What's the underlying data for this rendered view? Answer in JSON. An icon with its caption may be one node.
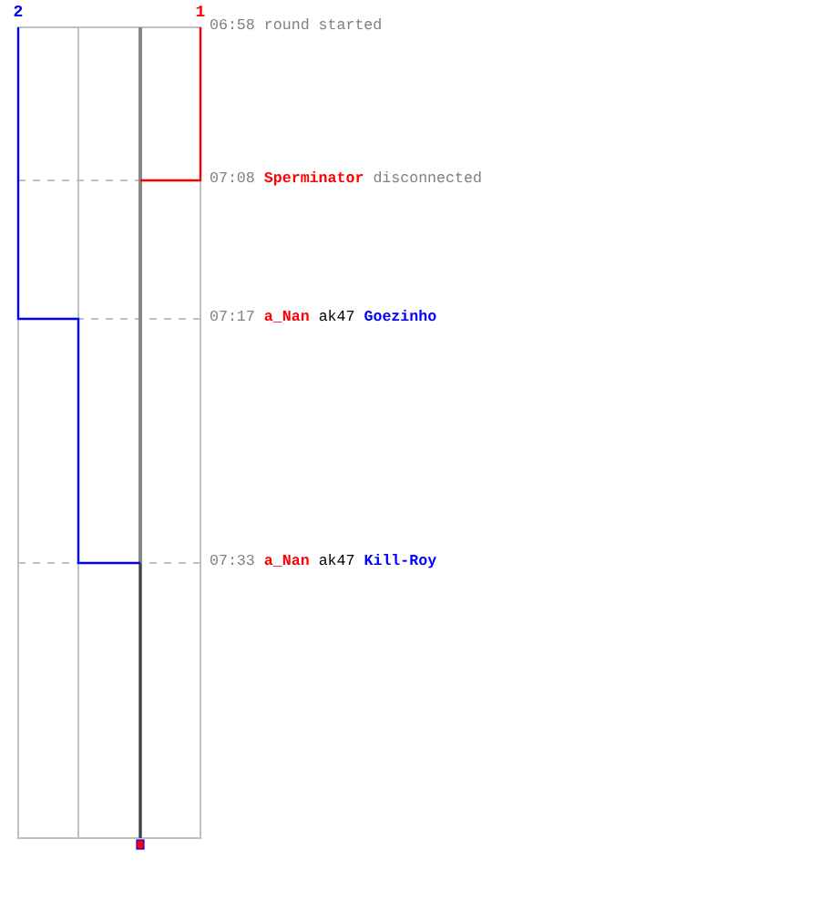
{
  "diagram": {
    "labels": [
      "2",
      "1",
      "06:58",
      "round started",
      "07:08",
      "Sperminator",
      "disconnected",
      "07:17",
      "a_Nan",
      "ak47",
      "Goezinho",
      "07:33",
      "a_Nan",
      "ak47",
      "Kill-Roy"
    ]
  }
}
